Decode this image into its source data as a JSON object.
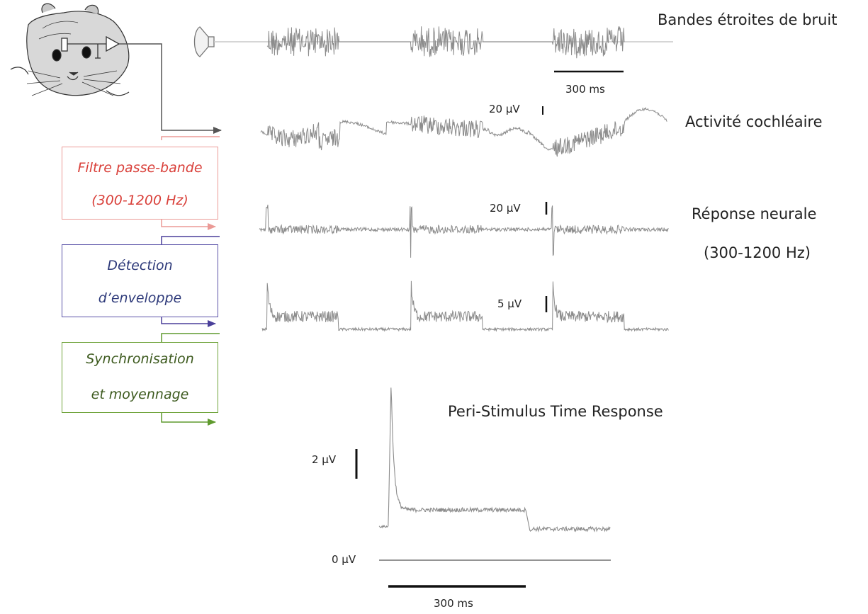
{
  "labels": {
    "stimulus": "Bandes étroites de bruit",
    "cochlear": "Activité cochléaire",
    "neural_line1": "Réponse neurale",
    "neural_line2": "(300-1200 Hz)",
    "pstr": "Peri-Stimulus Time Response"
  },
  "scale_bars": {
    "stim_time": "300 ms",
    "cochlear_amp": "20 µV",
    "neural_amp": "20 µV",
    "envelope_amp": "5 µV",
    "pstr_amp": "2 µV",
    "pstr_zero": "0 µV",
    "pstr_time": "300 ms"
  },
  "stages": [
    {
      "line1": "Filtre passe-bande",
      "line2": "(300-1200 Hz)",
      "color": "#d9403a",
      "border": "#eb9a96"
    },
    {
      "line1": "Détection",
      "line2": "d’enveloppe",
      "color": "#2e3a7a",
      "border": "#5a52a8"
    },
    {
      "line1": "Synchronisation",
      "line2": "et moyennage",
      "color": "#3d5a1e",
      "border": "#6fa33a"
    }
  ],
  "colors": {
    "trace": "#8c8c8c",
    "arrow_raw": "#555555"
  }
}
